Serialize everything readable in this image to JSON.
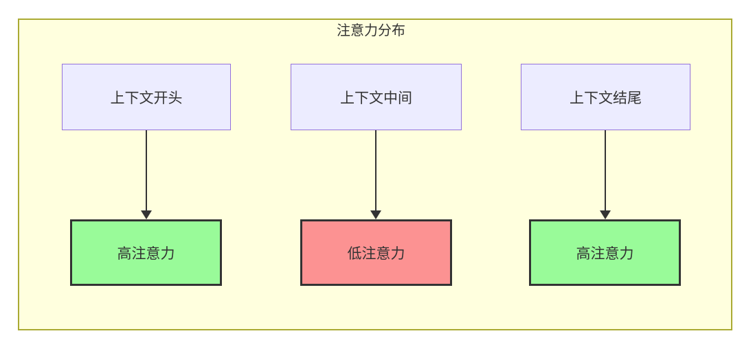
{
  "diagram": {
    "title": "注意力分布",
    "columns": [
      {
        "source": "上下文开头",
        "target": "高注意力",
        "level": "high"
      },
      {
        "source": "上下文中间",
        "target": "低注意力",
        "level": "low"
      },
      {
        "source": "上下文结尾",
        "target": "高注意力",
        "level": "high"
      }
    ],
    "colors": {
      "container_bg": "#ffffde",
      "container_border": "#aaaa33",
      "source_bg": "#ececff",
      "source_border": "#9370db",
      "high_attention_bg": "#99fb99",
      "low_attention_bg": "#fc9292",
      "target_border": "#333333",
      "arrow": "#333333",
      "text": "#333333"
    }
  }
}
